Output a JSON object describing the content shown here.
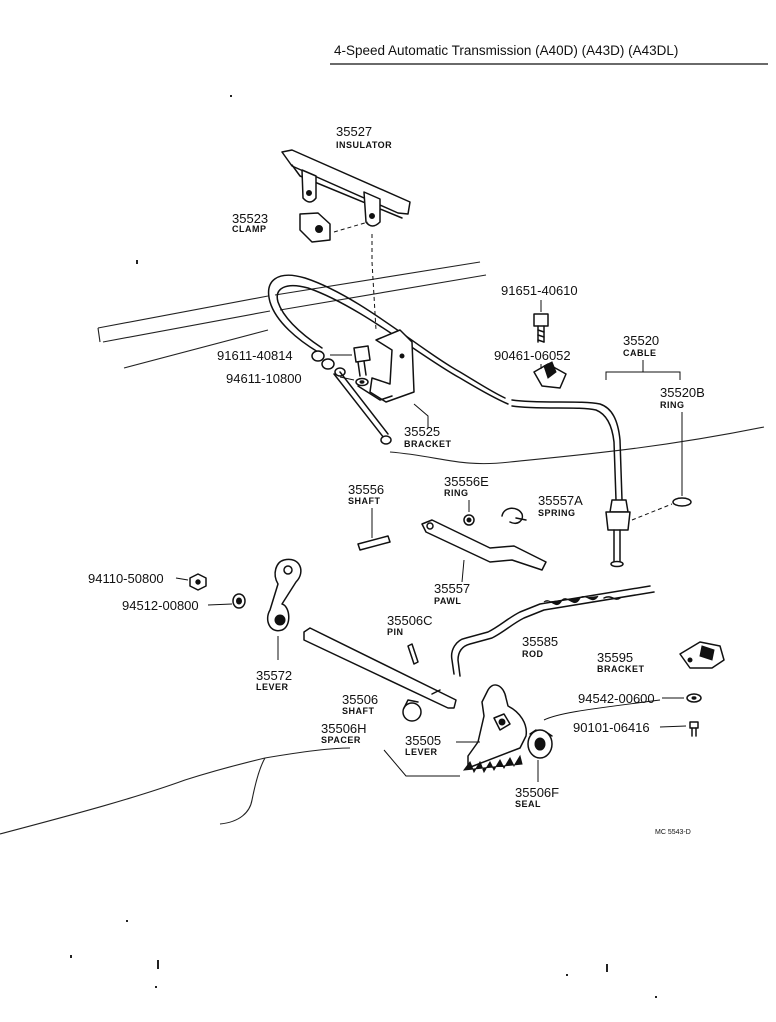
{
  "header": {
    "title": "4-Speed Automatic Transmission (A40D) (A43D) (A43DL)"
  },
  "diagram_code": "MC  5543-D",
  "parts": [
    {
      "id": "p35527",
      "number": "35527",
      "name": "INSULATOR"
    },
    {
      "id": "p35523",
      "number": "35523",
      "name": "CLAMP"
    },
    {
      "id": "p91651",
      "number": "91651-40610",
      "name": ""
    },
    {
      "id": "p35520",
      "number": "35520",
      "name": "CABLE"
    },
    {
      "id": "p90461",
      "number": "90461-06052",
      "name": ""
    },
    {
      "id": "p91611",
      "number": "91611-40814",
      "name": ""
    },
    {
      "id": "p35520B",
      "number": "35520B",
      "name": "RING"
    },
    {
      "id": "p94611",
      "number": "94611-10800",
      "name": ""
    },
    {
      "id": "p35525",
      "number": "35525",
      "name": "BRACKET"
    },
    {
      "id": "p35556",
      "number": "35556",
      "name": "SHAFT"
    },
    {
      "id": "p35556E",
      "number": "35556E",
      "name": "RING"
    },
    {
      "id": "p35557A",
      "number": "35557A",
      "name": "SPRING"
    },
    {
      "id": "p94110",
      "number": "94110-50800",
      "name": ""
    },
    {
      "id": "p94512",
      "number": "94512-00800",
      "name": ""
    },
    {
      "id": "p35557",
      "number": "35557",
      "name": "PAWL"
    },
    {
      "id": "p35506C",
      "number": "35506C",
      "name": "PIN"
    },
    {
      "id": "p35585",
      "number": "35585",
      "name": "ROD"
    },
    {
      "id": "p35595",
      "number": "35595",
      "name": "BRACKET"
    },
    {
      "id": "p35572",
      "number": "35572",
      "name": "LEVER"
    },
    {
      "id": "p35506",
      "number": "35506",
      "name": "SHAFT"
    },
    {
      "id": "p94542",
      "number": "94542-00600",
      "name": ""
    },
    {
      "id": "p35506H",
      "number": "35506H",
      "name": "SPACER"
    },
    {
      "id": "p35505",
      "number": "35505",
      "name": "LEVER"
    },
    {
      "id": "p90101",
      "number": "90101-06416",
      "name": ""
    },
    {
      "id": "p35506F",
      "number": "35506F",
      "name": "SEAL"
    }
  ]
}
